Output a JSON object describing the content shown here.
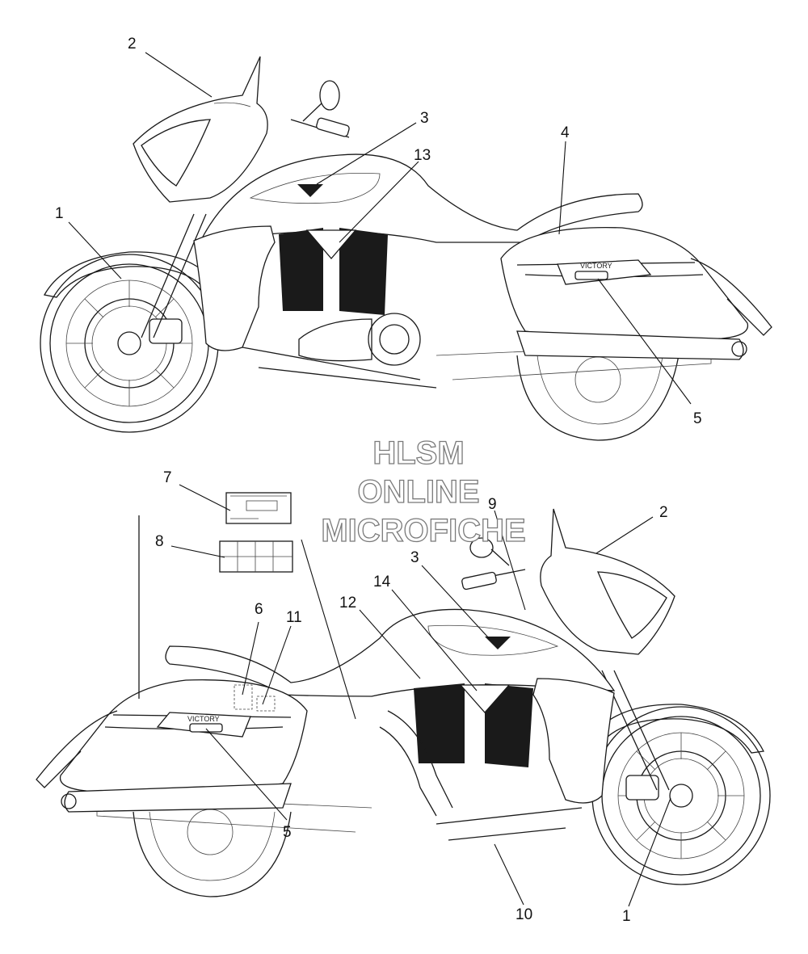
{
  "watermark": {
    "line1": "HLSM",
    "line2": "ONLINE",
    "line3": "MICROFICHE"
  },
  "brand_badge": "VICTORY",
  "callouts_top": [
    "2",
    "3",
    "13",
    "4",
    "1",
    "5"
  ],
  "callouts_bottom": [
    "7",
    "9",
    "2",
    "8",
    "3",
    "14",
    "12",
    "6",
    "11",
    "5",
    "10",
    "1"
  ]
}
